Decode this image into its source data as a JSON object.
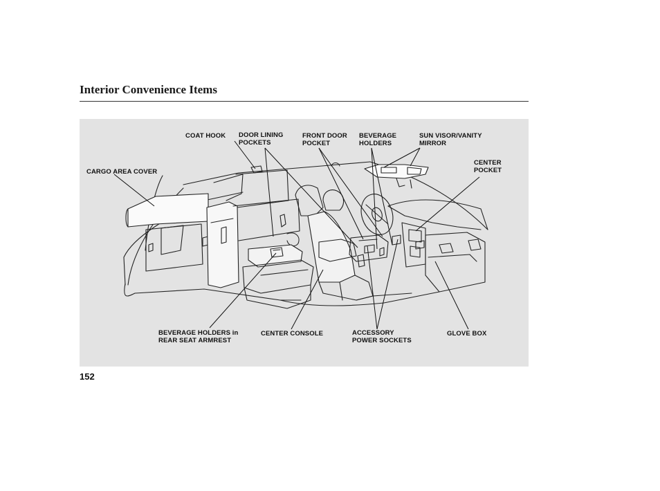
{
  "header": {
    "title": "Interior Convenience Items"
  },
  "figure": {
    "labels": {
      "coat_hook": "COAT HOOK",
      "door_lining_pockets": "DOOR LINING\nPOCKETS",
      "front_door_pocket": "FRONT DOOR\nPOCKET",
      "beverage_holders": "BEVERAGE\nHOLDERS",
      "sun_visor_vanity_mirror": "SUN VISOR/VANITY\nMIRROR",
      "center_pocket": "CENTER\nPOCKET",
      "cargo_area_cover": "CARGO AREA COVER",
      "beverage_holders_rear": "BEVERAGE HOLDERS in\nREAR SEAT ARMREST",
      "center_console": "CENTER CONSOLE",
      "accessory_power_sockets": "ACCESSORY\nPOWER SOCKETS",
      "glove_box": "GLOVE BOX"
    }
  },
  "footer": {
    "page_number": "152"
  }
}
